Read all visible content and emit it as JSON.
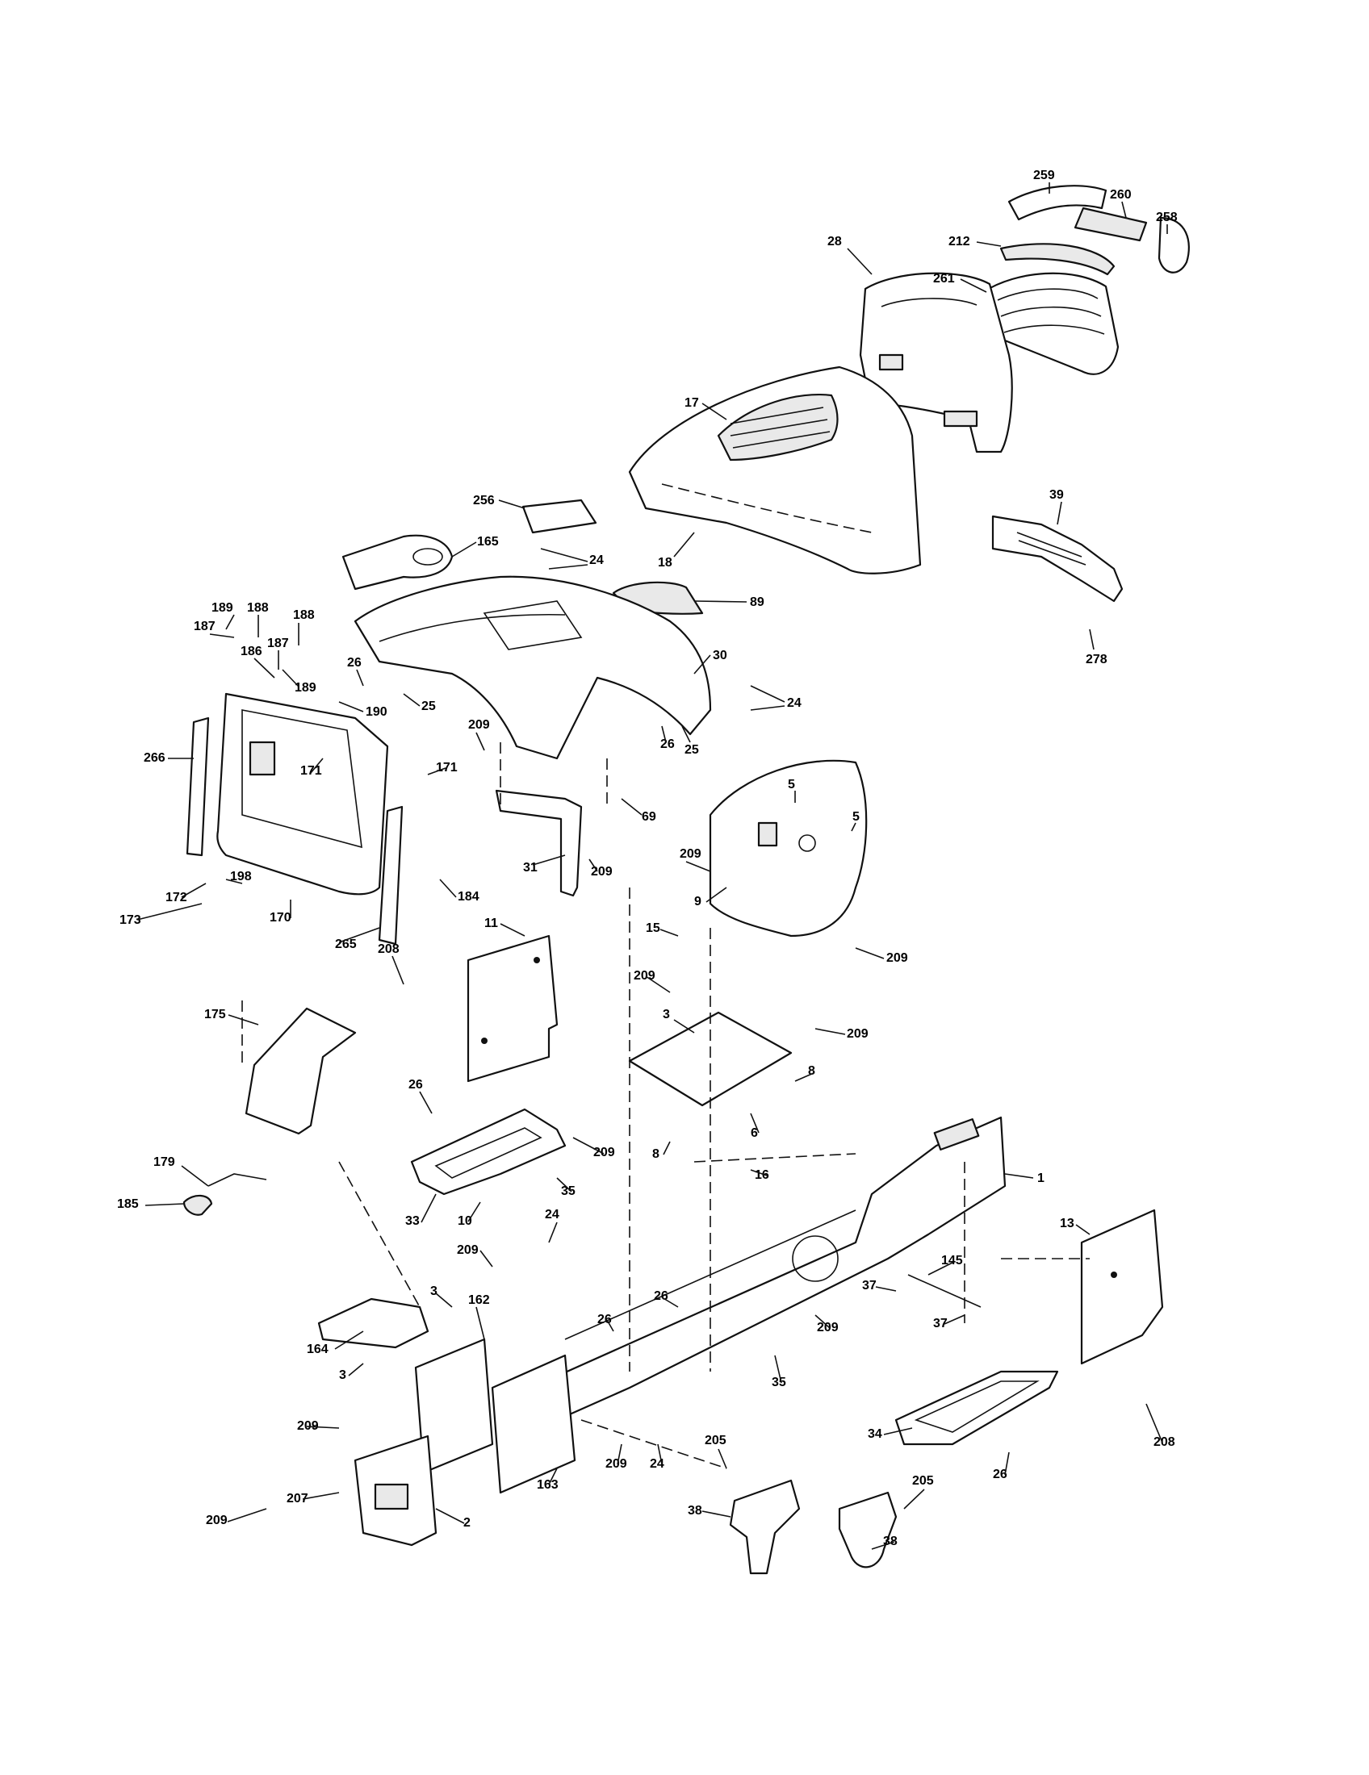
{
  "labels": [
    {
      "id": "259",
      "t": "259"
    },
    {
      "id": "260",
      "t": "260"
    },
    {
      "id": "258",
      "t": "258"
    },
    {
      "id": "212",
      "t": "212"
    },
    {
      "id": "28",
      "t": "28"
    },
    {
      "id": "261",
      "t": "261"
    },
    {
      "id": "17",
      "t": "17"
    },
    {
      "id": "18",
      "t": "18"
    },
    {
      "id": "39",
      "t": "39"
    },
    {
      "id": "278",
      "t": "278"
    },
    {
      "id": "256",
      "t": "256"
    },
    {
      "id": "165",
      "t": "165"
    },
    {
      "id": "24a",
      "t": "24"
    },
    {
      "id": "89",
      "t": "89"
    },
    {
      "id": "30",
      "t": "30"
    },
    {
      "id": "24b",
      "t": "24"
    },
    {
      "id": "189a",
      "t": "189"
    },
    {
      "id": "188a",
      "t": "188"
    },
    {
      "id": "187a",
      "t": "187"
    },
    {
      "id": "188b",
      "t": "188"
    },
    {
      "id": "186",
      "t": "186"
    },
    {
      "id": "187b",
      "t": "187"
    },
    {
      "id": "189b",
      "t": "189"
    },
    {
      "id": "26a",
      "t": "26"
    },
    {
      "id": "25a",
      "t": "25"
    },
    {
      "id": "190",
      "t": "190"
    },
    {
      "id": "209a",
      "t": "209"
    },
    {
      "id": "26b",
      "t": "26"
    },
    {
      "id": "25b",
      "t": "25"
    },
    {
      "id": "266",
      "t": "266"
    },
    {
      "id": "171a",
      "t": "171"
    },
    {
      "id": "171b",
      "t": "171"
    },
    {
      "id": "69",
      "t": "69"
    },
    {
      "id": "5a",
      "t": "5"
    },
    {
      "id": "5b",
      "t": "5"
    },
    {
      "id": "209b",
      "t": "209"
    },
    {
      "id": "209c",
      "t": "209"
    },
    {
      "id": "31",
      "t": "31"
    },
    {
      "id": "198",
      "t": "198"
    },
    {
      "id": "172",
      "t": "172"
    },
    {
      "id": "173",
      "t": "173"
    },
    {
      "id": "170",
      "t": "170"
    },
    {
      "id": "184",
      "t": "184"
    },
    {
      "id": "265",
      "t": "265"
    },
    {
      "id": "9",
      "t": "9"
    },
    {
      "id": "11",
      "t": "11"
    },
    {
      "id": "15",
      "t": "15"
    },
    {
      "id": "209d",
      "t": "209"
    },
    {
      "id": "208a",
      "t": "208"
    },
    {
      "id": "209e",
      "t": "209"
    },
    {
      "id": "175",
      "t": "175"
    },
    {
      "id": "3a",
      "t": "3"
    },
    {
      "id": "209f",
      "t": "209"
    },
    {
      "id": "26c",
      "t": "26"
    },
    {
      "id": "8a",
      "t": "8"
    },
    {
      "id": "209g",
      "t": "209"
    },
    {
      "id": "6",
      "t": "6"
    },
    {
      "id": "8b",
      "t": "8"
    },
    {
      "id": "16",
      "t": "16"
    },
    {
      "id": "1",
      "t": "1"
    },
    {
      "id": "179",
      "t": "179"
    },
    {
      "id": "35a",
      "t": "35"
    },
    {
      "id": "185",
      "t": "185"
    },
    {
      "id": "33",
      "t": "33"
    },
    {
      "id": "10",
      "t": "10"
    },
    {
      "id": "24c",
      "t": "24"
    },
    {
      "id": "13",
      "t": "13"
    },
    {
      "id": "209h",
      "t": "209"
    },
    {
      "id": "145",
      "t": "145"
    },
    {
      "id": "37a",
      "t": "37"
    },
    {
      "id": "3b",
      "t": "3"
    },
    {
      "id": "162",
      "t": "162"
    },
    {
      "id": "26d",
      "t": "26"
    },
    {
      "id": "26e",
      "t": "26"
    },
    {
      "id": "209i",
      "t": "209"
    },
    {
      "id": "37b",
      "t": "37"
    },
    {
      "id": "164",
      "t": "164"
    },
    {
      "id": "3c",
      "t": "3"
    },
    {
      "id": "35b",
      "t": "35"
    },
    {
      "id": "34",
      "t": "34"
    },
    {
      "id": "208b",
      "t": "208"
    },
    {
      "id": "209j",
      "t": "209"
    },
    {
      "id": "163",
      "t": "163"
    },
    {
      "id": "209k",
      "t": "209"
    },
    {
      "id": "24d",
      "t": "24"
    },
    {
      "id": "205a",
      "t": "205"
    },
    {
      "id": "205b",
      "t": "205"
    },
    {
      "id": "207",
      "t": "207"
    },
    {
      "id": "26f",
      "t": "26"
    },
    {
      "id": "38a",
      "t": "38"
    },
    {
      "id": "38b",
      "t": "38"
    },
    {
      "id": "209l",
      "t": "209"
    },
    {
      "id": "2",
      "t": "2"
    }
  ]
}
